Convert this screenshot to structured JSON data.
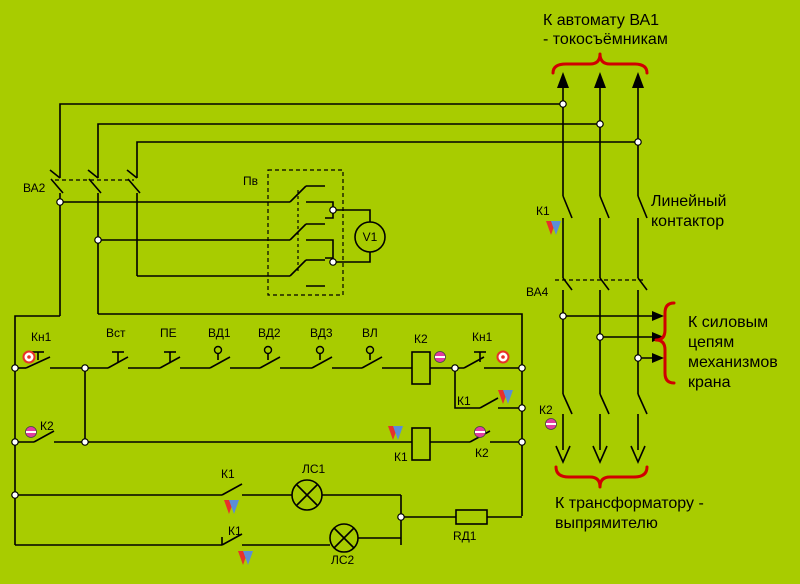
{
  "colors": {
    "background": "#a8cc00",
    "wire": "#000000",
    "brace": "#d00000",
    "marker_red": "#e8312a",
    "marker_blue": "#5b8ed6",
    "marker_pink": "#e23ca0"
  },
  "annotations": {
    "to_breaker_line1": "К автомату ВА1",
    "to_breaker_line2": "- токосъёмникам",
    "line_contactor_1": "Линейный",
    "line_contactor_2": "контактор",
    "power_1": "К силовым",
    "power_2": "цепям",
    "power_3": "механизмов",
    "power_4": "крана",
    "transformer_1": "К трансформатору -",
    "transformer_2": "выпрямителю"
  },
  "labels": {
    "va2": "ВА2",
    "pv": "Пв",
    "v1": "V1",
    "k1_top": "К1",
    "va4": "ВА4",
    "k2_right": "К2",
    "kn1_left": "Кн1",
    "vst": "Вст",
    "pe": "ПЕ",
    "vd1": "ВД1",
    "vd2": "ВД2",
    "vd3": "ВД3",
    "vl": "ВЛ",
    "k2_coil": "К2",
    "kn1_right": "Кн1",
    "k1_aux": "К1",
    "k2_hold": "К2",
    "k1_coil": "К1",
    "k2_aux": "К2",
    "k1_ls1": "К1",
    "ls1": "ЛС1",
    "k1_ls2": "К1",
    "ls2": "ЛС2",
    "rd1": "RД1"
  }
}
